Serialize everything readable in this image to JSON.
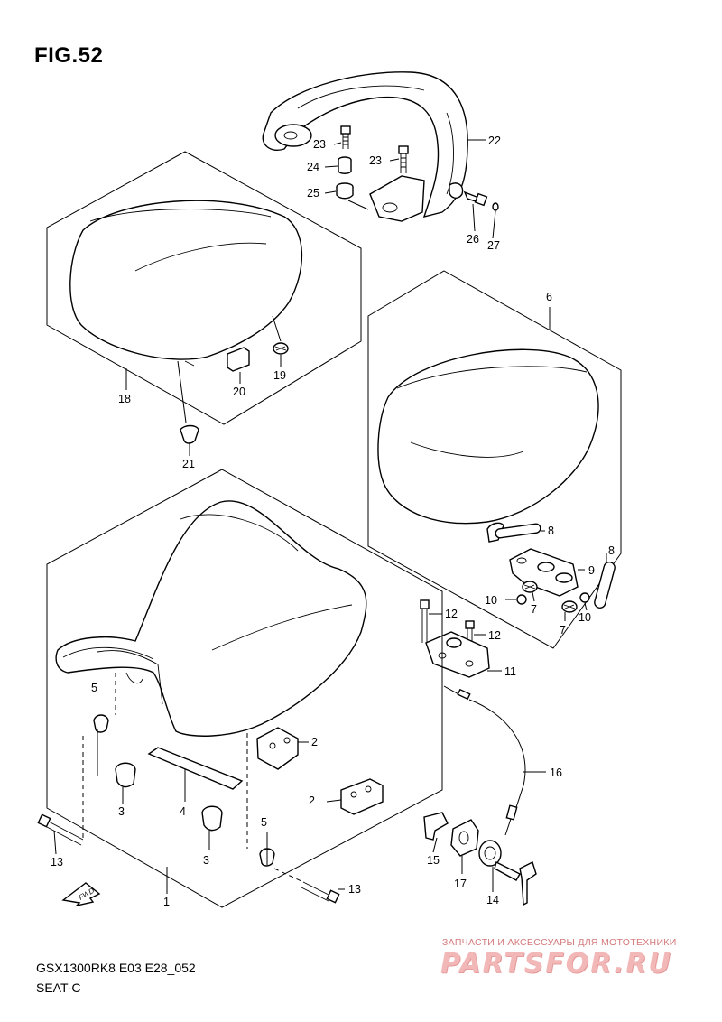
{
  "figure": {
    "title": "FIG.52"
  },
  "footer": {
    "model_code": "GSX1300RK8 E03 E28_052",
    "section": "SEAT-C"
  },
  "watermark": {
    "caption": "ЗАПЧАСТИ И АКСЕССУАРЫ ДЛЯ МОТОТЕХНИКИ",
    "logo": "PARTSFOR.RU",
    "color": "#e8a0a0"
  },
  "fwd_arrow": {
    "label": "FWD"
  },
  "callouts": {
    "c1": "1",
    "c2a": "2",
    "c2b": "2",
    "c3a": "3",
    "c3b": "3",
    "c4": "4",
    "c5a": "5",
    "c5b": "5",
    "c6": "6",
    "c7a": "7",
    "c7b": "7",
    "c8a": "8",
    "c8b": "8",
    "c9": "9",
    "c10a": "10",
    "c10b": "10",
    "c11": "11",
    "c12a": "12",
    "c12b": "12",
    "c13a": "13",
    "c13b": "13",
    "c14": "14",
    "c15": "15",
    "c16": "16",
    "c17": "17",
    "c18": "18",
    "c19": "19",
    "c20": "20",
    "c21": "21",
    "c22": "22",
    "c23a": "23",
    "c23b": "23",
    "c24": "24",
    "c25": "25",
    "c26": "26",
    "c27": "27"
  }
}
